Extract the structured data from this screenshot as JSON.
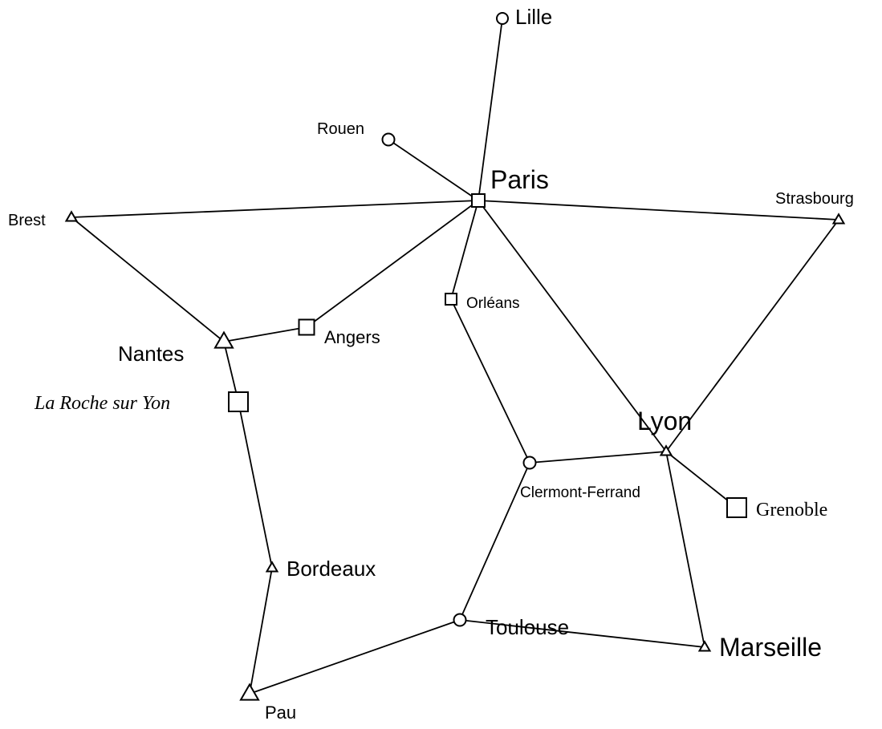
{
  "cities": {
    "lille": "Lille",
    "rouen": "Rouen",
    "paris": "Paris",
    "brest": "Brest",
    "strasbourg": "Strasbourg",
    "orleans": "Orléans",
    "angers": "Angers",
    "nantes": "Nantes",
    "la_roche_sur_yon": "La Roche sur Yon",
    "lyon": "Lyon",
    "clermont_ferrand": "Clermont-Ferrand",
    "grenoble": "Grenoble",
    "bordeaux": "Bordeaux",
    "toulouse": "Toulouse",
    "marseille": "Marseille",
    "pau": "Pau"
  },
  "node_shapes": {
    "lille": "circle",
    "rouen": "circle",
    "paris": "square",
    "brest": "triangle",
    "strasbourg": "triangle",
    "orleans": "square",
    "angers": "square",
    "nantes": "triangle",
    "la_roche_sur_yon": "square",
    "lyon": "triangle",
    "clermont_ferrand": "circle",
    "grenoble": "square",
    "bordeaux": "triangle",
    "toulouse": "circle",
    "marseille": "triangle",
    "pau": "triangle"
  },
  "links": [
    [
      "paris",
      "lille"
    ],
    [
      "paris",
      "rouen"
    ],
    [
      "paris",
      "brest"
    ],
    [
      "paris",
      "strasbourg"
    ],
    [
      "paris",
      "angers"
    ],
    [
      "paris",
      "orleans"
    ],
    [
      "paris",
      "lyon"
    ],
    [
      "brest",
      "nantes"
    ],
    [
      "nantes",
      "angers"
    ],
    [
      "nantes",
      "la_roche_sur_yon"
    ],
    [
      "la_roche_sur_yon",
      "bordeaux"
    ],
    [
      "bordeaux",
      "pau"
    ],
    [
      "pau",
      "toulouse"
    ],
    [
      "toulouse",
      "clermont_ferrand"
    ],
    [
      "toulouse",
      "marseille"
    ],
    [
      "orleans",
      "clermont_ferrand"
    ],
    [
      "clermont_ferrand",
      "lyon"
    ],
    [
      "lyon",
      "strasbourg"
    ],
    [
      "lyon",
      "grenoble"
    ],
    [
      "lyon",
      "marseille"
    ]
  ]
}
